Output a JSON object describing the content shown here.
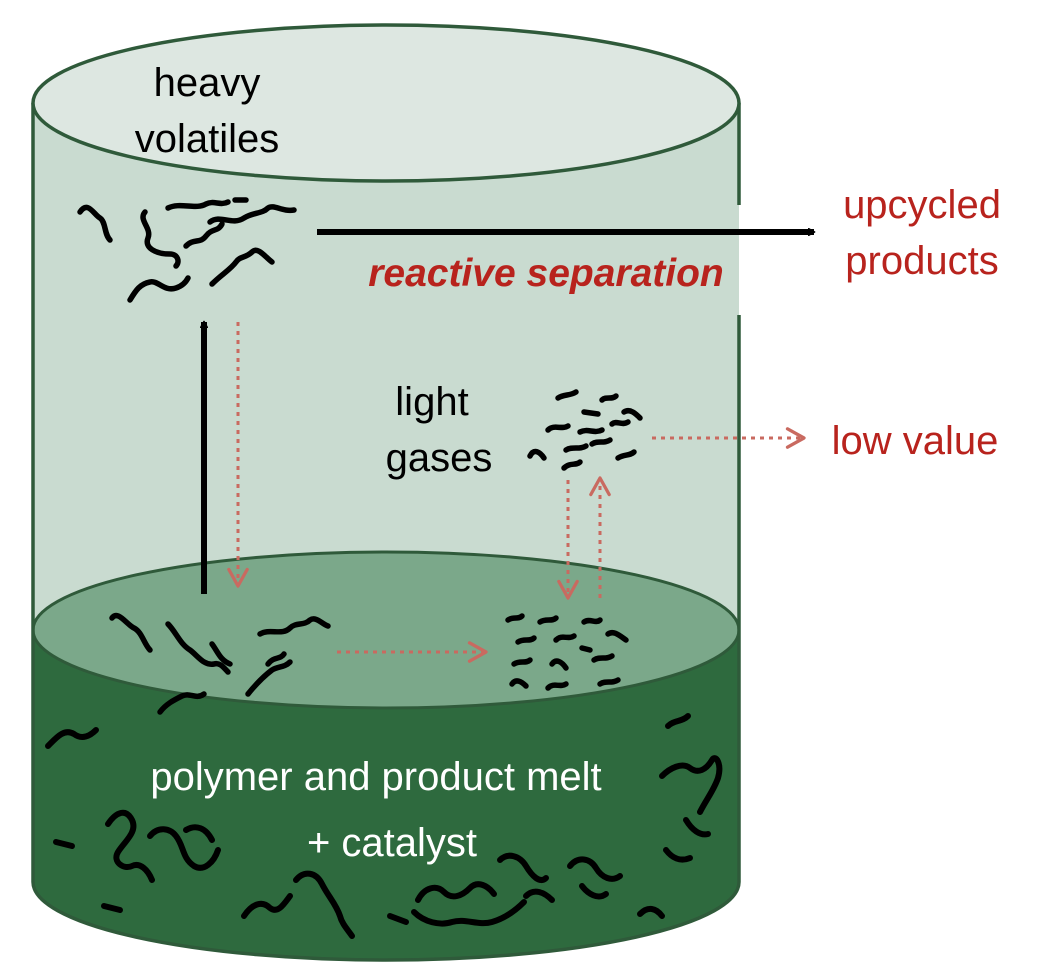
{
  "labels": {
    "heavy_line1": "heavy",
    "heavy_line2": "volatiles",
    "reactive_separation": "reactive separation",
    "upcycled_line1": "upcycled",
    "upcycled_line2": "products",
    "light_line1": "light",
    "light_line2": "gases",
    "low_value": "low value",
    "melt_line1": "polymer and product melt",
    "melt_line2": "+ catalyst"
  },
  "colors": {
    "vessel_top": "#dde7e1",
    "vessel_body": "#c9dbd0",
    "vessel_outline": "#2f5a3a",
    "surface": "#7ba88a",
    "melt": "#2e6a3e",
    "accent_red": "#b8231d",
    "dotted_arrow": "#c96a60",
    "chain": "#000000",
    "melt_text": "#ffffff"
  },
  "icons": {
    "polymer_chain": "squiggle-chain-icon",
    "short_fragment": "short-dash-fragment-icon",
    "solid_arrow": "arrow-right-icon",
    "dotted_arrow": "dotted-arrow-icon"
  }
}
